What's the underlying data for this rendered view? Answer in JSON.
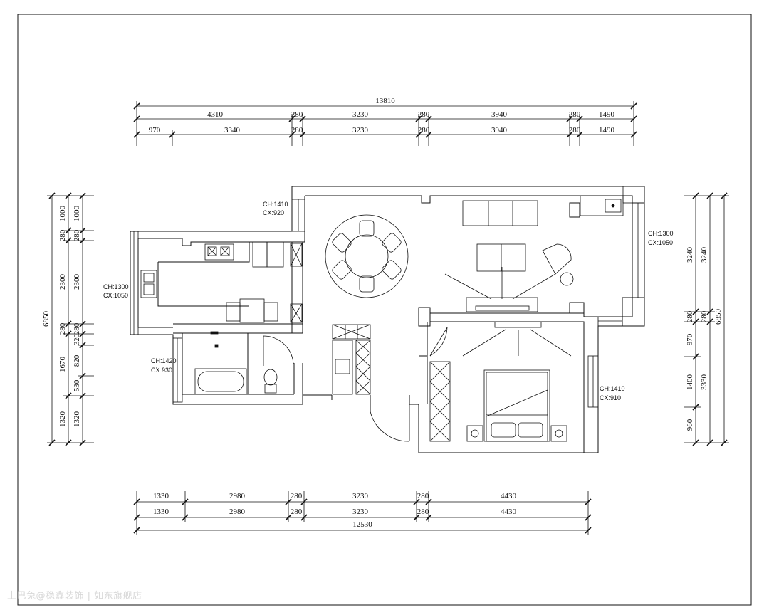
{
  "dimensions": {
    "top_total": "13810",
    "top_row1": [
      "4310",
      "280",
      "3230",
      "280",
      "3940",
      "280",
      "1490"
    ],
    "top_row2": [
      "970",
      "3340",
      "280",
      "3230",
      "280",
      "3940",
      "280",
      "1490"
    ],
    "bottom_row1": [
      "1330",
      "2980",
      "280",
      "3230",
      "280",
      "4430"
    ],
    "bottom_row2": [
      "1330",
      "2980",
      "280",
      "3230",
      "280",
      "4430"
    ],
    "bottom_total": "12530",
    "left_total": "6850",
    "left_col1": [
      "1000",
      "280",
      "2300",
      "280",
      "1670",
      "1320"
    ],
    "left_col2": [
      "1000",
      "280",
      "2300",
      "280",
      "320",
      "820",
      "530",
      "1320"
    ],
    "right_total": "6850",
    "right_col1": [
      "3240",
      "280",
      "970",
      "1400",
      "960"
    ],
    "right_col2": [
      "3240",
      "280",
      "3330"
    ]
  },
  "window_labels": {
    "balcony": [
      "CH:1300",
      "CX:1050"
    ],
    "kitchen": [
      "CH:1410",
      "CX:920"
    ],
    "living": [
      "CH:1300",
      "CX:1050"
    ],
    "bath": [
      "CH:1420",
      "CX:930"
    ],
    "bedroom": [
      "CH:1410",
      "CX:910"
    ]
  },
  "watermark": "土巴兔@稳鑫装饰 | 如东旗舰店",
  "colors": {
    "line": "#111111",
    "background": "#ffffff"
  }
}
